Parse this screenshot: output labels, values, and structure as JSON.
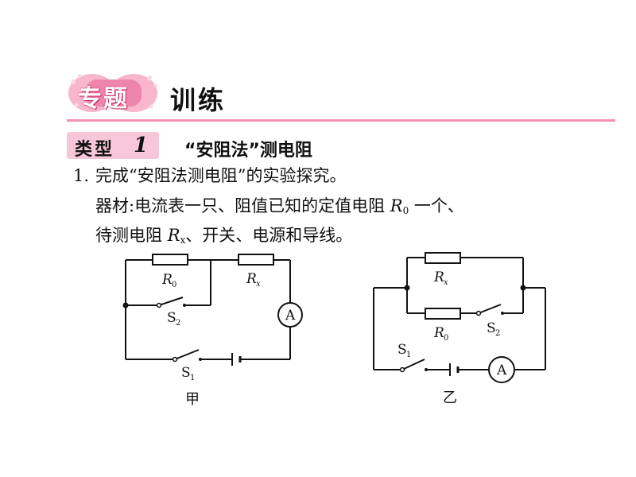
{
  "header": {
    "badge_text": "专题",
    "title": "训练",
    "accent_color": "#f48fb1"
  },
  "section": {
    "type_label": "类型",
    "type_number": "1",
    "type_title": "“安阻法”测电阻"
  },
  "question": {
    "number": "1.",
    "text": "完成“安阻法测电阻”的实验探究。",
    "equipment_prefix": "器材:电流表一只、阻值已知的定值电阻",
    "equipment_r0_symbol": "R",
    "equipment_r0_sub": "0",
    "equipment_suffix": "一个、",
    "line3_prefix": "待测电阻",
    "line3_rx_symbol": "R",
    "line3_rx_sub": "x",
    "line3_suffix": "、开关、电源和导线。"
  },
  "circuits": {
    "left": {
      "caption": "甲",
      "r0_label": "R",
      "r0_sub": "0",
      "rx_label": "R",
      "rx_sub": "x",
      "s2_label": "S",
      "s2_sub": "2",
      "s1_label": "S",
      "s1_sub": "1",
      "ammeter": "A"
    },
    "right": {
      "caption": "乙",
      "rx_label": "R",
      "rx_sub": "x",
      "r0_label": "R",
      "r0_sub": "0",
      "s2_label": "S",
      "s2_sub": "2",
      "s1_label": "S",
      "s1_sub": "1",
      "ammeter": "A"
    }
  }
}
